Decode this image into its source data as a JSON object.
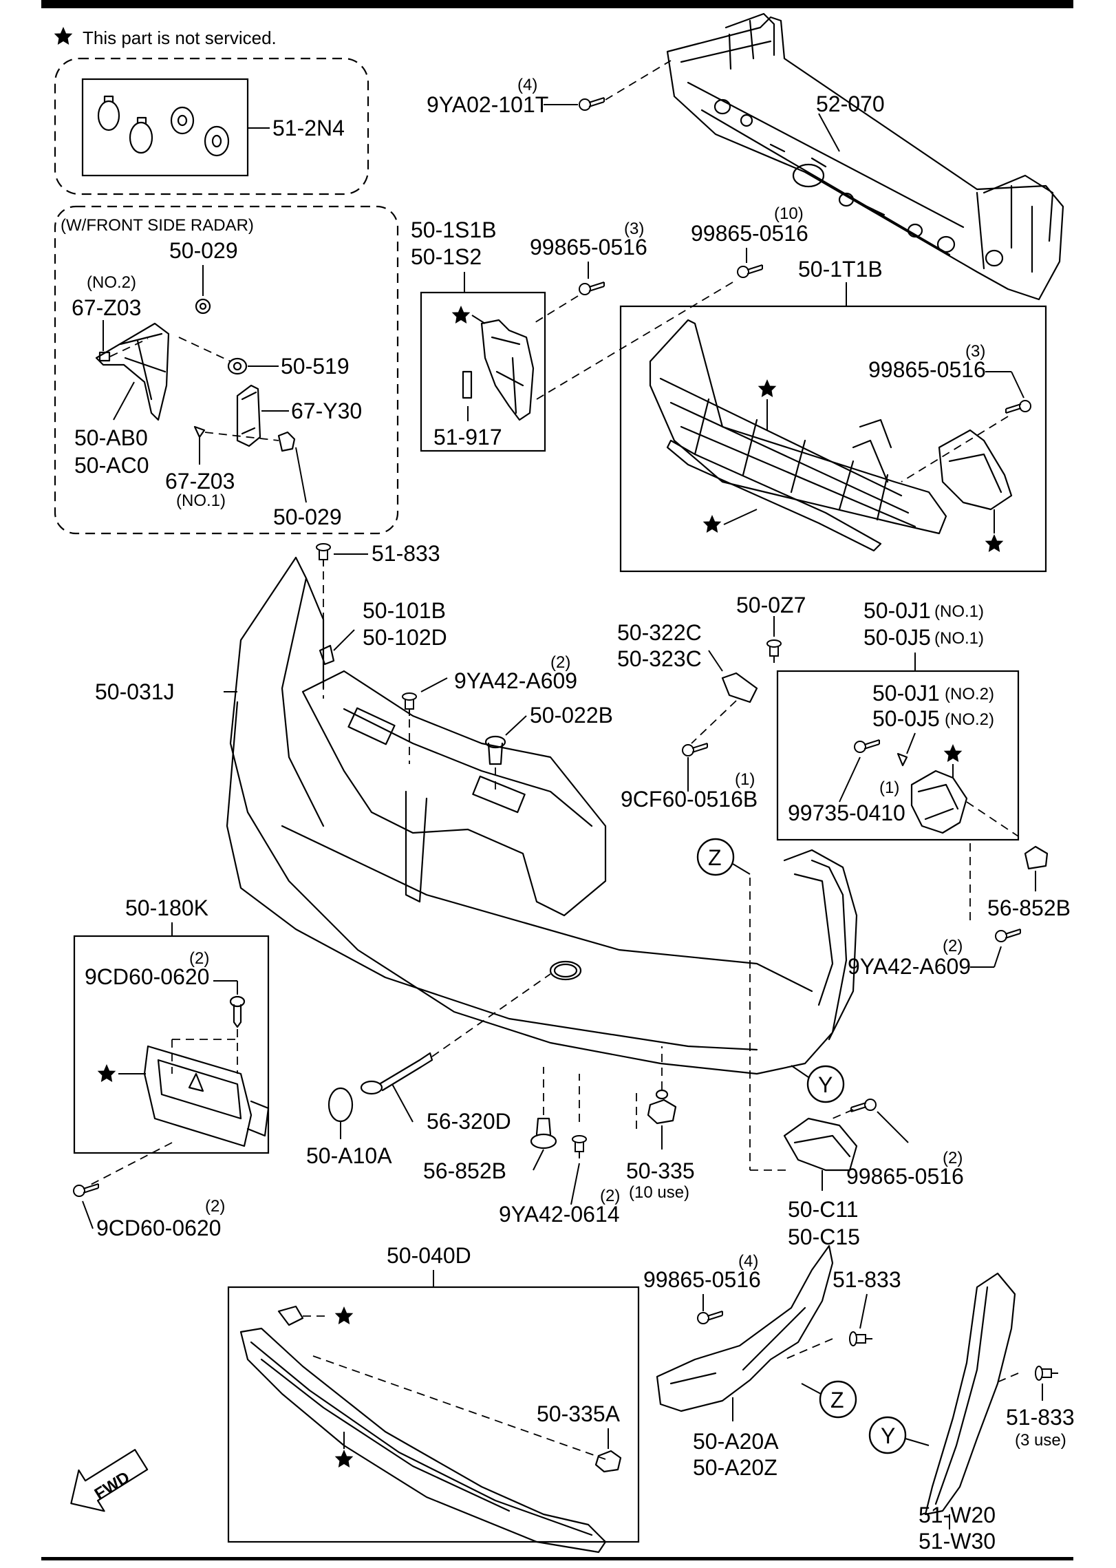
{
  "note": "This part is not serviced.",
  "radar_box_title": "(W/FRONT SIDE RADAR)",
  "fwd_arrow": "FWD",
  "ref_marks": [
    "Z",
    "Y"
  ],
  "labels": {
    "p51_2N4": "51-2N4",
    "p52_070": "52-070",
    "q9YA02": "(4)",
    "p9YA02": "9YA02-101T",
    "p50_029a": "50-029",
    "no2_67": "(NO.2)",
    "p67_Z03a": "67-Z03",
    "p50_519": "50-519",
    "p67_Y30": "67-Y30",
    "p50_AB0": "50-AB0",
    "p50_AC0": "50-AC0",
    "p67_Z03b": "67-Z03",
    "no1_67": "(NO.1)",
    "p50_029b": "50-029",
    "p50_1S1B": "50-1S1B",
    "p50_1S2": "50-1S2",
    "p51_917": "51-917",
    "q99865a": "(3)",
    "p99865a": "99865-0516",
    "q99865b": "(10)",
    "p99865b": "99865-0516",
    "p50_1T1B": "50-1T1B",
    "q99865c": "(3)",
    "p99865c": "99865-0516",
    "p51_833a": "51-833",
    "p50_101B": "50-101B",
    "p50_102D": "50-102D",
    "q9YA42a": "(2)",
    "p9YA42a": "9YA42-A609",
    "p50_022B": "50-022B",
    "p50_031J": "50-031J",
    "p50_0Z7": "50-0Z7",
    "p50_322C": "50-322C",
    "p50_323C": "50-323C",
    "q9CF60": "(1)",
    "p9CF60": "9CF60-0516B",
    "p50_0J1a": "50-0J1",
    "no1_0J1": "(NO.1)",
    "p50_0J5a": "50-0J5",
    "no1_0J5": "(NO.1)",
    "p50_0J1b": "50-0J1",
    "no2_0J1": "(NO.2)",
    "p50_0J5b": "50-0J5",
    "no2_0J5": "(NO.2)",
    "q99735": "(1)",
    "p99735": "99735-0410",
    "p56_852Ba": "56-852B",
    "q9YA42b": "(2)",
    "p9YA42b": "9YA42-A609",
    "p50_180K": "50-180K",
    "q9CD60a": "(2)",
    "p9CD60a": "9CD60-0620",
    "p50_A10A": "50-A10A",
    "p56_320D": "56-320D",
    "p56_852Bb": "56-852B",
    "q9YA42c": "(2)",
    "p9YA42c": "9YA42-0614",
    "p50_335": "50-335",
    "u50_335": "(10 use)",
    "q99865d": "(2)",
    "p99865d": "99865-0516",
    "p50_C11": "50-C11",
    "p50_C15": "50-C15",
    "q9CD60b": "(2)",
    "p9CD60b": "9CD60-0620",
    "p50_040D": "50-040D",
    "p50_335A": "50-335A",
    "q99865e": "(4)",
    "p99865e": "99865-0516",
    "p51_833b": "51-833",
    "p50_A20A": "50-A20A",
    "p50_A20Z": "50-A20Z",
    "p51_833c": "51-833",
    "u51_833c": "(3 use)",
    "p51_W20": "51-W20",
    "p51_W30": "51-W30"
  }
}
